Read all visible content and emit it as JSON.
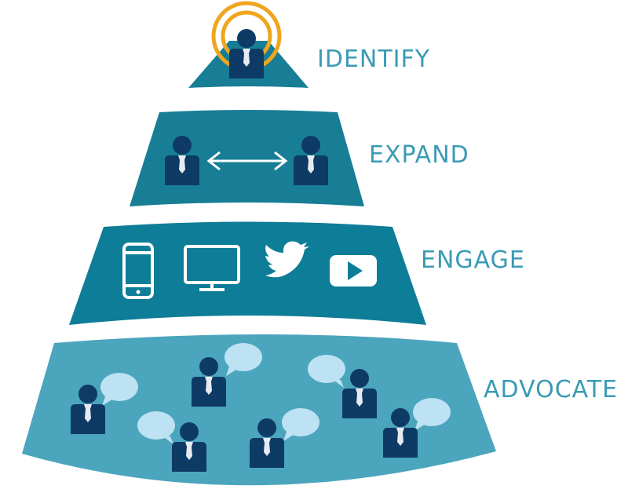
{
  "colors": {
    "tier_dark": "#177e96",
    "tier_mid": "#0e7d97",
    "tier_light": "#4ba5bd",
    "person": "#0e3a66",
    "label": "#3a9bb4",
    "halo": "#f0a51e",
    "device": "#ffffff",
    "bubble": "#bde2f3"
  },
  "tiers": [
    {
      "label": "IDENTIFY",
      "icons": [
        "highlighted-person-icon"
      ]
    },
    {
      "label": "EXPAND",
      "icons": [
        "person-icon",
        "double-arrow-icon",
        "person-icon"
      ]
    },
    {
      "label": "ENGAGE",
      "icons": [
        "smartphone-icon",
        "monitor-icon",
        "twitter-bird-icon",
        "video-play-icon"
      ]
    },
    {
      "label": "ADVOCATE",
      "icons": [
        "person-with-speech-bubble-icon"
      ]
    }
  ]
}
